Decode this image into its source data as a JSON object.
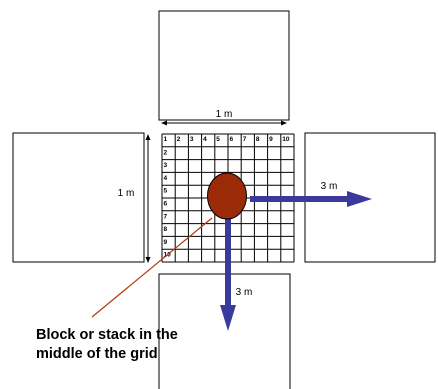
{
  "labels": {
    "top_width": "1 m",
    "left_height": "1 m",
    "right_arrow": "3 m",
    "down_arrow": "3 m"
  },
  "grid": {
    "column_numbers": [
      "1",
      "2",
      "3",
      "4",
      "5",
      "6",
      "7",
      "8",
      "9",
      "10"
    ],
    "row_numbers": [
      "1",
      "2",
      "3",
      "4",
      "5",
      "6",
      "7",
      "8",
      "9",
      "10"
    ]
  },
  "caption": {
    "line1": "Block or stack in the",
    "line2": "middle of the grid"
  },
  "colors": {
    "block_fill": "#9b2a08",
    "arrow_fill": "#3a3a9c",
    "pointer_line": "#b03a10"
  }
}
